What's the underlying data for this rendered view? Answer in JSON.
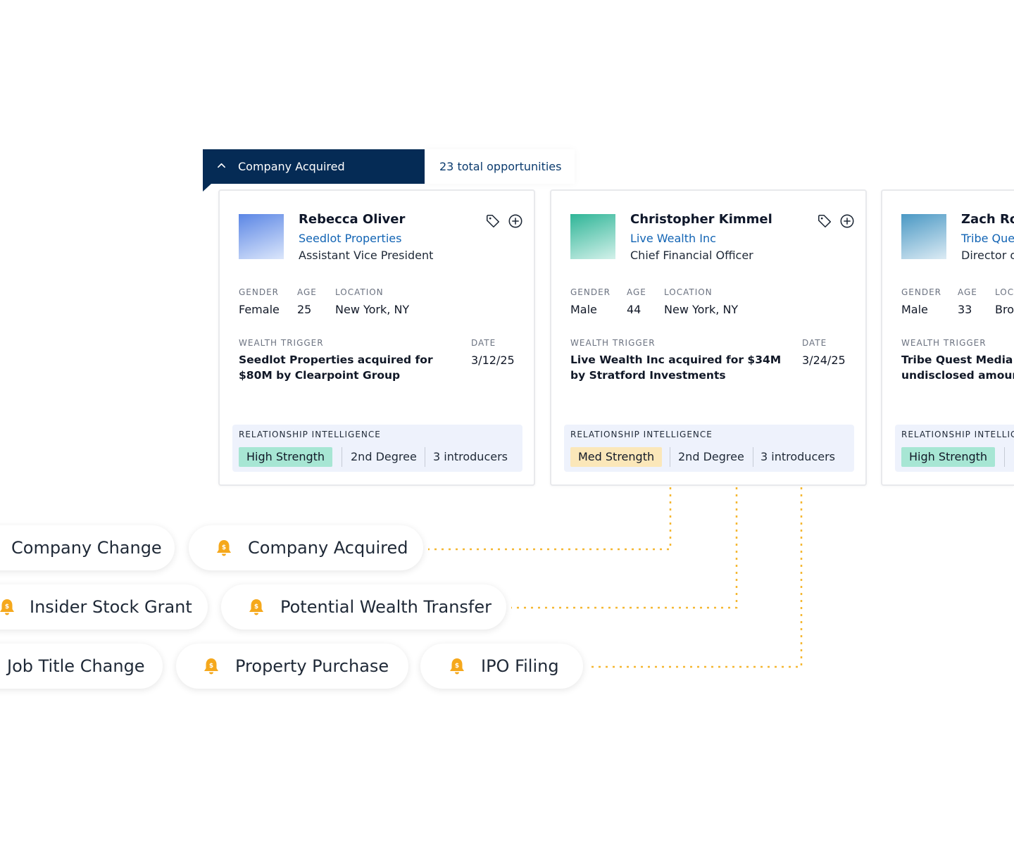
{
  "header": {
    "filter_label": "Company Acquired",
    "count_text": "23 total opportunities"
  },
  "cards": [
    {
      "name": "Rebecca Oliver",
      "company": "Seedlot Properties",
      "title": "Assistant Vice President",
      "gender_label": "GENDER",
      "gender": "Female",
      "age_label": "AGE",
      "age": "25",
      "location_label": "LOCATION",
      "location": "New York, NY",
      "trigger_label": "WEALTH TRIGGER",
      "trigger": "Seedlot Properties acquired for $80M by Clearpoint Group",
      "date_label": "DATE",
      "date": "3/12/25",
      "ri_label": "RELATIONSHIP INTELLIGENCE",
      "strength": "High Strength",
      "degree": "2nd Degree",
      "introducers": "3 introducers",
      "avatar_colors": [
        "#5b86e5",
        "#dbe6fb"
      ]
    },
    {
      "name": "Christopher Kimmel",
      "company": "Live Wealth Inc",
      "title": "Chief Financial Officer",
      "gender_label": "GENDER",
      "gender": "Male",
      "age_label": "AGE",
      "age": "44",
      "location_label": "LOCATION",
      "location": "New York, NY",
      "trigger_label": "WEALTH TRIGGER",
      "trigger": "Live Wealth Inc acquired for $34M by Stratford Investments",
      "date_label": "DATE",
      "date": "3/24/25",
      "ri_label": "RELATIONSHIP INTELLIGENCE",
      "strength": "Med Strength",
      "degree": "2nd Degree",
      "introducers": "3 introducers",
      "avatar_colors": [
        "#2fb597",
        "#d3f1ea"
      ]
    },
    {
      "name": "Zach Ro",
      "company": "Tribe Que",
      "title": "Director o",
      "gender_label": "GENDER",
      "gender": "Male",
      "age_label": "AGE",
      "age": "33",
      "location_label": "LOC",
      "location": "Bro",
      "trigger_label": "WEALTH TRIGGER",
      "trigger": "Tribe Quest Media L undisclosed amoun",
      "ri_label": "RELATIONSHIP INTELLIG",
      "strength": "High Strength",
      "avatar_colors": [
        "#4a98c4",
        "#dcebf4"
      ]
    }
  ],
  "triggers": {
    "row1": [
      "Company Change",
      "Company Acquired"
    ],
    "row2": [
      "Insider Stock Grant",
      "Potential Wealth Transfer"
    ],
    "row3": [
      "Job Title Change",
      "Property Purchase",
      "IPO Filing"
    ]
  },
  "colors": {
    "navy": "#052b55",
    "link_blue": "#1264b4",
    "bell_orange": "#f5a81c",
    "connector": "#f5b731",
    "high_strength": "#a7e6d4",
    "med_strength": "#fbe7b9"
  },
  "icons": [
    "chevron-up-icon",
    "tag-icon",
    "add-circle-icon",
    "money-bell-icon"
  ]
}
